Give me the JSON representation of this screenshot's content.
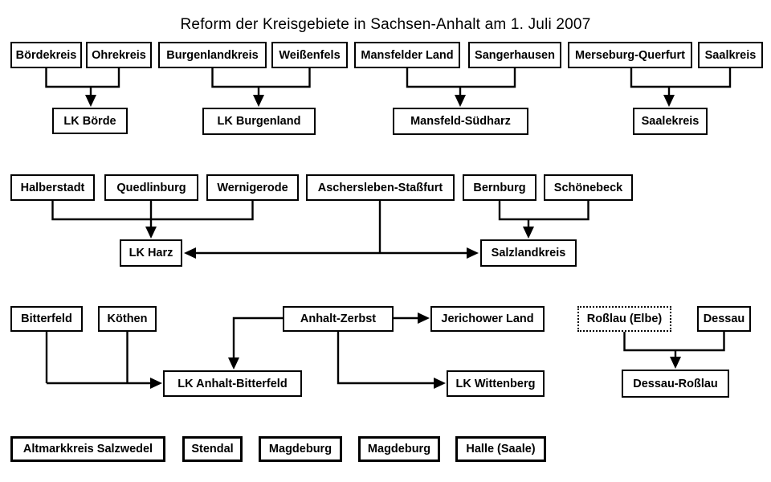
{
  "title": "Reform der Kreisgebiete in Sachsen-Anhalt am 1. Juli 2007",
  "colors": {
    "background": "#ffffff",
    "line": "#000000",
    "box_border": "#000000",
    "text": "#000000"
  },
  "nodes": {
    "boerdekreis": {
      "label": "Bördekreis"
    },
    "ohrekreis": {
      "label": "Ohrekreis"
    },
    "burgenlandkreis": {
      "label": "Burgenlandkreis"
    },
    "weissenfels": {
      "label": "Weißenfels"
    },
    "mansfelder_land": {
      "label": "Mansfelder Land"
    },
    "sangerhausen": {
      "label": "Sangerhausen"
    },
    "merseburg_querfurt": {
      "label": "Merseburg-Querfurt"
    },
    "saalkreis": {
      "label": "Saalkreis"
    },
    "lk_boerde": {
      "label": "LK Börde"
    },
    "lk_burgenland": {
      "label": "LK Burgenland"
    },
    "mansfeld_suedharz": {
      "label": "Mansfeld-Südharz"
    },
    "saalekreis": {
      "label": "Saalekreis"
    },
    "halberstadt": {
      "label": "Halberstadt"
    },
    "quedlinburg": {
      "label": "Quedlinburg"
    },
    "wernigerode": {
      "label": "Wernigerode"
    },
    "aschersleben_stassfurt": {
      "label": "Aschersleben-Staßfurt"
    },
    "bernburg": {
      "label": "Bernburg"
    },
    "schoenebeck": {
      "label": "Schönebeck"
    },
    "lk_harz": {
      "label": "LK Harz"
    },
    "salzlandkreis": {
      "label": "Salzlandkreis"
    },
    "bitterfeld": {
      "label": "Bitterfeld"
    },
    "koethen": {
      "label": "Köthen"
    },
    "anhalt_zerbst": {
      "label": "Anhalt-Zerbst"
    },
    "jerichower_land": {
      "label": "Jerichower Land"
    },
    "rosslau": {
      "label": "Roßlau (Elbe)",
      "border": "dotted"
    },
    "dessau": {
      "label": "Dessau"
    },
    "lk_anhalt_bitterfeld": {
      "label": "LK Anhalt-Bitterfeld"
    },
    "lk_wittenberg": {
      "label": "LK Wittenberg"
    },
    "dessau_rosslau": {
      "label": "Dessau-Roßlau"
    },
    "altmarkkreis_salzwedel": {
      "label": "Altmarkkreis Salzwedel"
    },
    "stendal": {
      "label": "Stendal"
    },
    "magdeburg_1": {
      "label": "Magdeburg"
    },
    "magdeburg_2": {
      "label": "Magdeburg"
    },
    "halle_saale": {
      "label": "Halle (Saale)"
    }
  },
  "merges": [
    {
      "sources": [
        "Bördekreis",
        "Ohrekreis"
      ],
      "target": "LK Börde"
    },
    {
      "sources": [
        "Burgenlandkreis",
        "Weißenfels"
      ],
      "target": "LK Burgenland"
    },
    {
      "sources": [
        "Mansfelder Land",
        "Sangerhausen"
      ],
      "target": "Mansfeld-Südharz"
    },
    {
      "sources": [
        "Merseburg-Querfurt",
        "Saalkreis"
      ],
      "target": "Saalekreis"
    },
    {
      "sources": [
        "Halberstadt",
        "Quedlinburg",
        "Wernigerode",
        "Aschersleben-Staßfurt"
      ],
      "target": "LK Harz"
    },
    {
      "sources": [
        "Aschersleben-Staßfurt",
        "Bernburg",
        "Schönebeck"
      ],
      "target": "Salzlandkreis"
    },
    {
      "sources": [
        "Bitterfeld",
        "Köthen",
        "Anhalt-Zerbst"
      ],
      "target": "LK Anhalt-Bitterfeld"
    },
    {
      "sources": [
        "Anhalt-Zerbst"
      ],
      "target": "Jerichower Land"
    },
    {
      "sources": [
        "Anhalt-Zerbst"
      ],
      "target": "LK Wittenberg"
    },
    {
      "sources": [
        "Roßlau (Elbe)",
        "Dessau"
      ],
      "target": "Dessau-Roßlau"
    }
  ],
  "unchanged": [
    "Altmarkkreis Salzwedel",
    "Stendal",
    "Magdeburg",
    "Magdeburg",
    "Halle (Saale)"
  ]
}
